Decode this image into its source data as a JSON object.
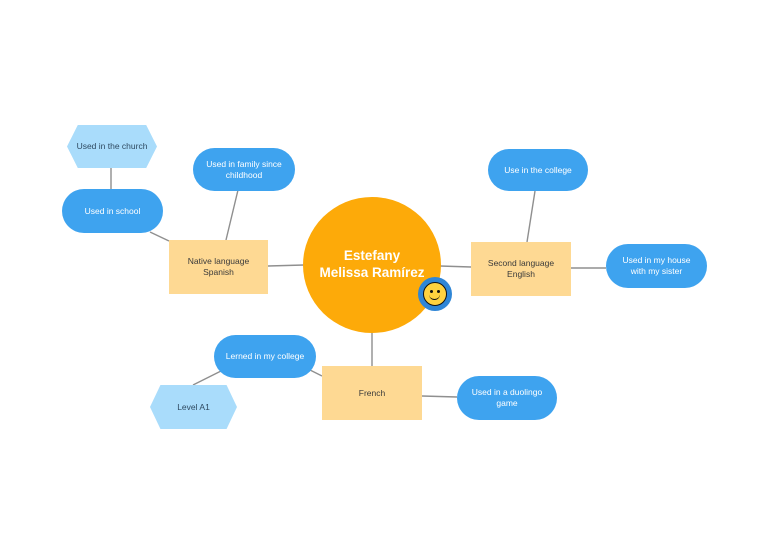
{
  "colors": {
    "center": "#fdaa09",
    "topic_box": "#fed993",
    "pill": "#3ea3ef",
    "hexagon": "#a9dcfb",
    "connector": "#8f8f8f"
  },
  "center": {
    "line1": "Estefany",
    "line2": "Melissa Ramírez",
    "icon": "smiley-face-icon"
  },
  "branches": {
    "native": {
      "label": "Native language Spanish",
      "items": [
        "Used in family since childhood",
        "Used in school",
        "Used in the church"
      ]
    },
    "second": {
      "label": "Second language English",
      "items": [
        "Use in the college",
        "Used in my house with my sister"
      ]
    },
    "french": {
      "label": "French",
      "items": [
        "Lerned in my college",
        "Used in a duolingo game",
        "Level A1"
      ]
    }
  }
}
